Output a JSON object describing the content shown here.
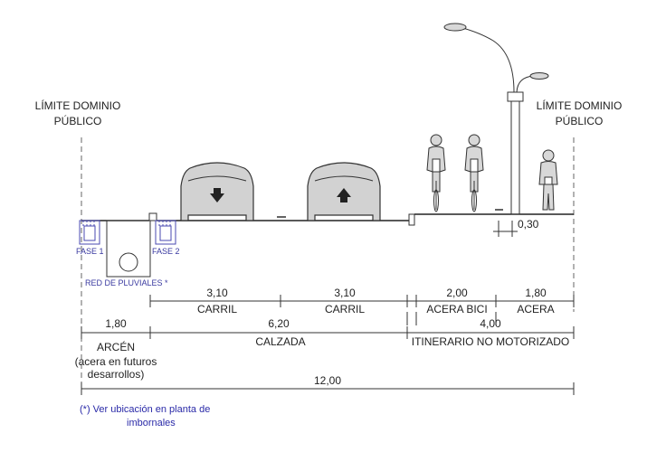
{
  "colors": {
    "line": "#333333",
    "gutter_blue": "#4a4ab0",
    "note_blue": "#2a2aa8",
    "figure_fill": "#d8d8d8"
  },
  "labels": {
    "limit_left_1": "LÍMITE DOMINIO",
    "limit_left_2": "PÚBLICO",
    "limit_right_1": "LÍMITE DOMINIO",
    "limit_right_2": "PÚBLICO",
    "fase1": "FASE 1",
    "fase2": "FASE 2",
    "red_pluviales": "RED DE PLUVIALES *",
    "dim_030": "0,30"
  },
  "dimensions": {
    "row1": [
      {
        "value": "3,10",
        "label": "CARRIL"
      },
      {
        "value": "3,10",
        "label": "CARRIL"
      },
      {
        "value": "2,00",
        "label": "ACERA BICI"
      },
      {
        "value": "1,80",
        "label": "ACERA"
      }
    ],
    "row2": [
      {
        "value": "1,80",
        "label": "ARCÉN"
      },
      {
        "value": "6,20",
        "label": "CALZADA"
      },
      {
        "value": "4,00",
        "label": "ITINERARIO NO MOTORIZADO"
      }
    ],
    "arcen_sub_1": "(acera en futuros",
    "arcen_sub_2": "desarrollos)",
    "total": "12,00"
  },
  "note": {
    "line1": "(*) Ver ubicación en planta de",
    "line2": "imbornales"
  },
  "icons": [
    "car-down-icon",
    "car-up-icon",
    "cyclist-icon",
    "pedestrian-icon",
    "street-lamp-icon"
  ]
}
